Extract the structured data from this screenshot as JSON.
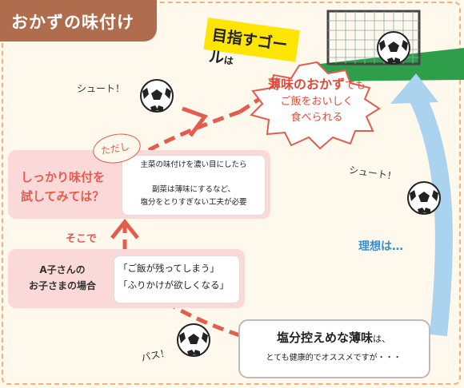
{
  "header": {
    "title": "おかずの味付け"
  },
  "goal_banner": {
    "main": "目指すゴール",
    "suffix": "は"
  },
  "goal_text": {
    "line1_a": "薄味のおかず",
    "line1_b": "でも",
    "line2": "ご飯をおいしく",
    "line3": "食べられる"
  },
  "shouts": {
    "shoot_top": "シュート！",
    "shoot_right": "シュート！",
    "pass": "パス！"
  },
  "ideal": "理想は…",
  "left_box": {
    "line1": "しっかり味付を",
    "line2": "試してみては？"
  },
  "tadashi": "ただし",
  "advice": {
    "top": "主菜の味付けを濃い目にしたら",
    "bottom1": "副菜は薄味にするなど、",
    "bottom2": "塩分をとりすぎない工夫が必要"
  },
  "soko_de": "そこで",
  "case_box": {
    "line1": "A子さんの",
    "line2": "お子さまの場合",
    "quote1": "「ご飯が残ってしまう」",
    "quote2": "「ふりかけが欲しくなる」"
  },
  "bottom_box": {
    "bold": "塩分控えめな薄味",
    "suffix": "は、",
    "line2": "とても健康的でオススメですが・・・"
  },
  "colors": {
    "tab": "#b06d4d",
    "red": "#e35c4d",
    "pink_box": "#fcd9d9",
    "yellow": "#ffe500",
    "blue_arrow": "#a9d3ee",
    "field": "#2e9e4a"
  },
  "icons": [
    "soccer-ball-icon",
    "soccer-goal-icon",
    "down-triangle-icon"
  ]
}
